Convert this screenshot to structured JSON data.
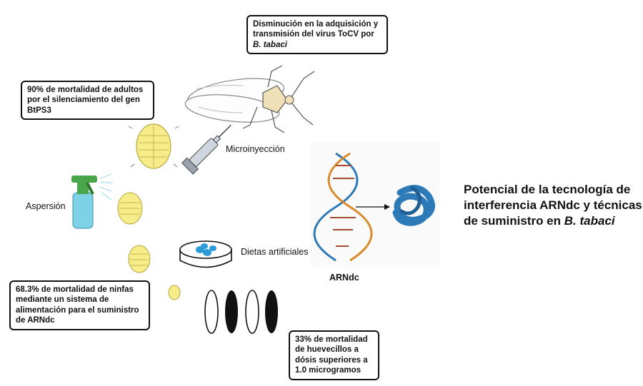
{
  "callouts": {
    "tocv": {
      "line1": "Disminución en la adquisición y",
      "line2": "transmisión del virus ToCV por",
      "species": "B. tabaci"
    },
    "adults": {
      "line1": "90% de mortalidad de adultos",
      "line2": "por el silenciamiento del gen",
      "line3": "BtPS3"
    },
    "nymphs": {
      "line1": "68.3% de mortalidad de ninfas",
      "line2": "mediante un sistema de",
      "line3": "alimentación para el suministro",
      "line4": "de ARNdc"
    },
    "eggs": {
      "line1": "33% de mortalidad",
      "line2": "de huevecillos a",
      "line3": "dósis superiores a",
      "line4": "1.0 microgramos"
    }
  },
  "labels": {
    "microinjection": "Microinyección",
    "spray": "Aspersión",
    "artificial_diets": "Dietas artificiales",
    "dsrna": "ARNdc"
  },
  "title": {
    "line1": "Potencial de la tecnología de",
    "line2": "interferencia ARNdc y técnicas",
    "line3_prefix": "de suministro en",
    "species": "B. tabaci"
  },
  "colors": {
    "nymph_fill": "#f7ec8a",
    "nymph_stroke": "#b5a53c",
    "dsrna_blue": "#2d7ab8",
    "helix_orange": "#d98b2b",
    "spray_body": "#7fd2e6",
    "spray_trigger": "#4aa64a"
  },
  "icons": [
    "whitefly-adult-icon",
    "syringe-icon",
    "spray-bottle-icon",
    "petri-dish-icon",
    "dna-helix-icon",
    "folded-rna-icon",
    "egg-icon",
    "nymph-icon"
  ]
}
